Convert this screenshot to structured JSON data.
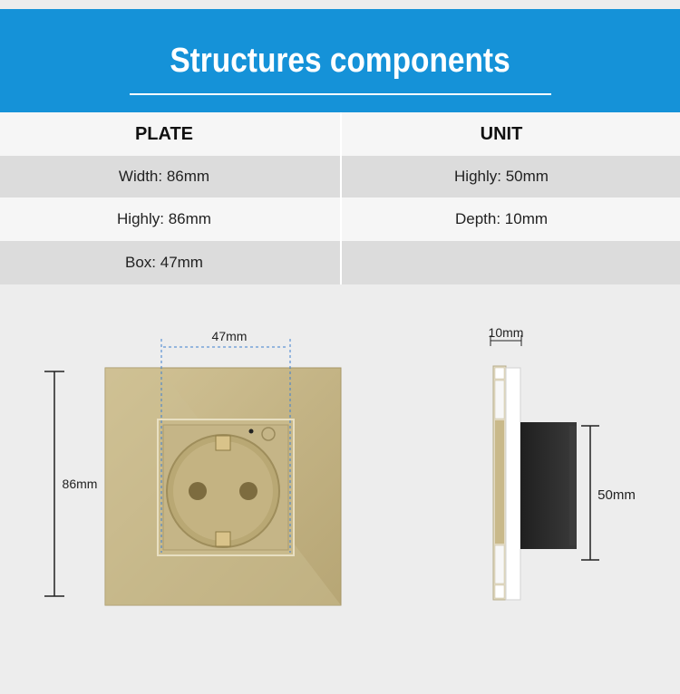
{
  "header": {
    "title": "Structures components"
  },
  "table": {
    "columns": [
      "PLATE",
      "UNIT"
    ],
    "rows": [
      {
        "plate": "Width: 86mm",
        "unit": "Highly: 50mm"
      },
      {
        "plate": "Highly: 86mm",
        "unit": "Depth: 10mm"
      },
      {
        "plate": "Box: 47mm",
        "unit": ""
      }
    ]
  },
  "diagram": {
    "plate_width_label": "47mm",
    "plate_height_label": "86mm",
    "unit_depth_label": "10mm",
    "unit_height_label": "50mm",
    "plate_color": "#c6b78a",
    "unit_body_color": "#2b2b2b"
  },
  "colors": {
    "header_bg": "#1592d8",
    "row_light": "#f6f6f6",
    "row_dark": "#dcdcdc"
  }
}
